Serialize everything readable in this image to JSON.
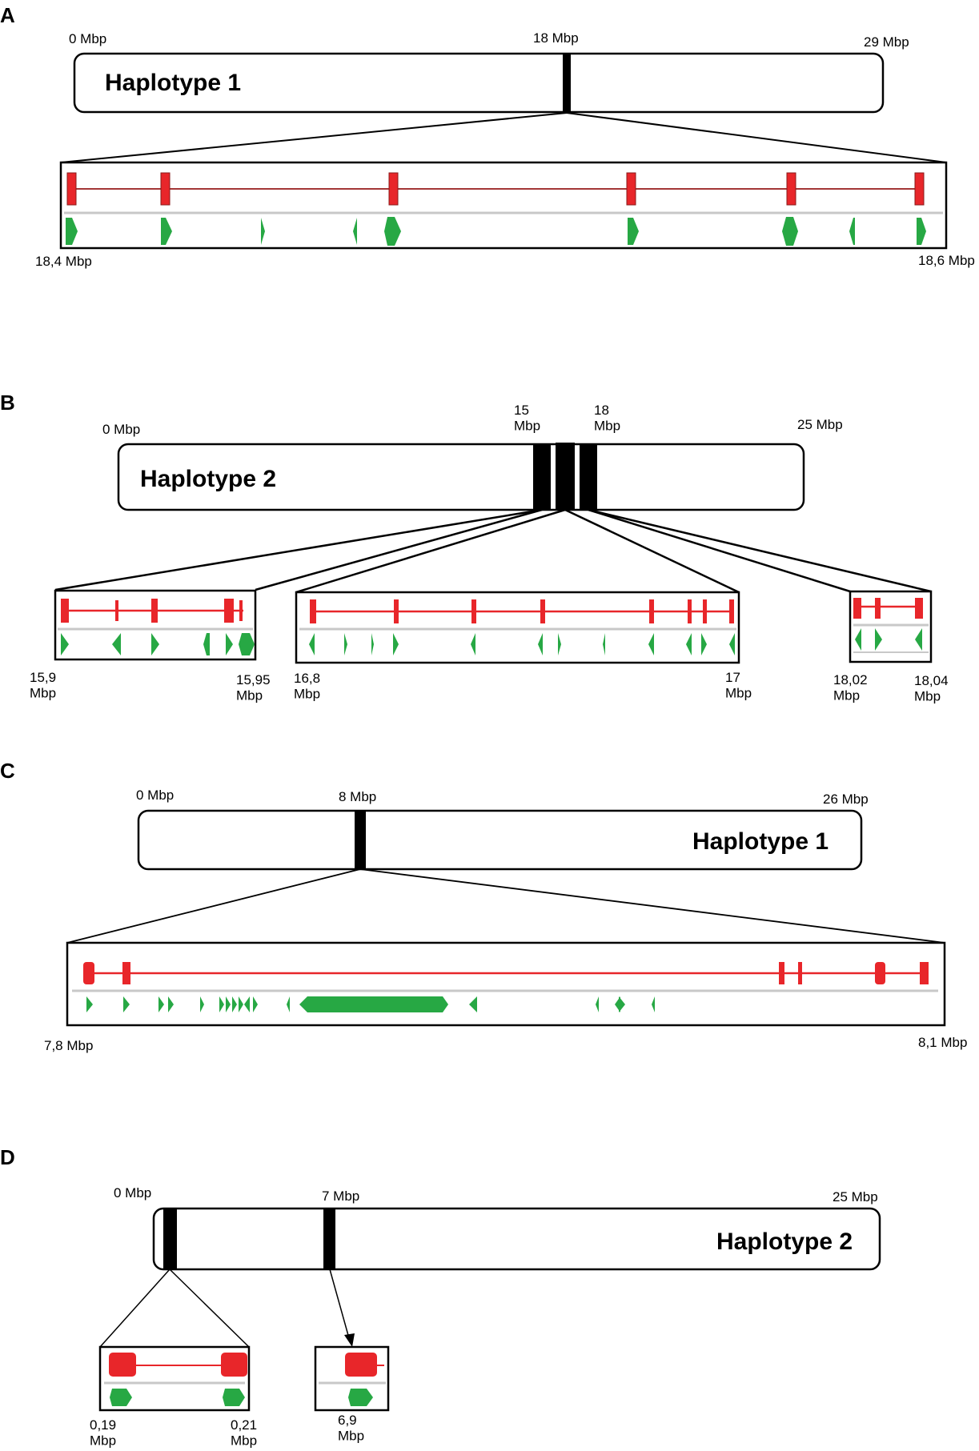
{
  "panels": [
    {
      "letter": "A",
      "haplotype": "Haplotype 1",
      "start_label": "0 Mbp",
      "end_label": "29 Mbp",
      "band_labels": [
        "18 Mbp"
      ],
      "zooms": [
        {
          "start": "18,4 Mbp",
          "end": "18,6 Mbp"
        }
      ]
    },
    {
      "letter": "B",
      "haplotype": "Haplotype 2",
      "start_label": "0 Mbp",
      "end_label": "25 Mbp",
      "band_labels": [
        "15\nMbp",
        "18\nMbp"
      ],
      "zooms": [
        {
          "start": "15,9\nMbp",
          "end": "15,95\nMbp"
        },
        {
          "start": "16,8\nMbp",
          "end": "17\nMbp"
        },
        {
          "start": "18,02\nMbp",
          "end": "18,04\nMbp"
        }
      ]
    },
    {
      "letter": "C",
      "haplotype": "Haplotype 1",
      "start_label": "0 Mbp",
      "end_label": "26 Mbp",
      "band_labels": [
        "8 Mbp"
      ],
      "zooms": [
        {
          "start": "7,8 Mbp",
          "end": "8,1 Mbp"
        }
      ]
    },
    {
      "letter": "D",
      "haplotype": "Haplotype 2",
      "start_label": "0 Mbp",
      "end_label": "25 Mbp",
      "band_labels": [
        "7 Mbp"
      ],
      "zooms": [
        {
          "start": "0,19\nMbp",
          "end": "0,21\nMbp"
        },
        {
          "start": "6,9\nMbp",
          "end": ""
        }
      ]
    }
  ],
  "colors": {
    "exon": "#e8262a",
    "intron_line": "#e8262a",
    "intron_line_dark": "#a33636",
    "gene_feature": "#27a844",
    "separator": "#c8c8c8",
    "outline": "#000000",
    "band": "#000000"
  },
  "icons": {
    "exon_block": "red-rectangle",
    "gene_arrow": "green-arrow-shape"
  }
}
